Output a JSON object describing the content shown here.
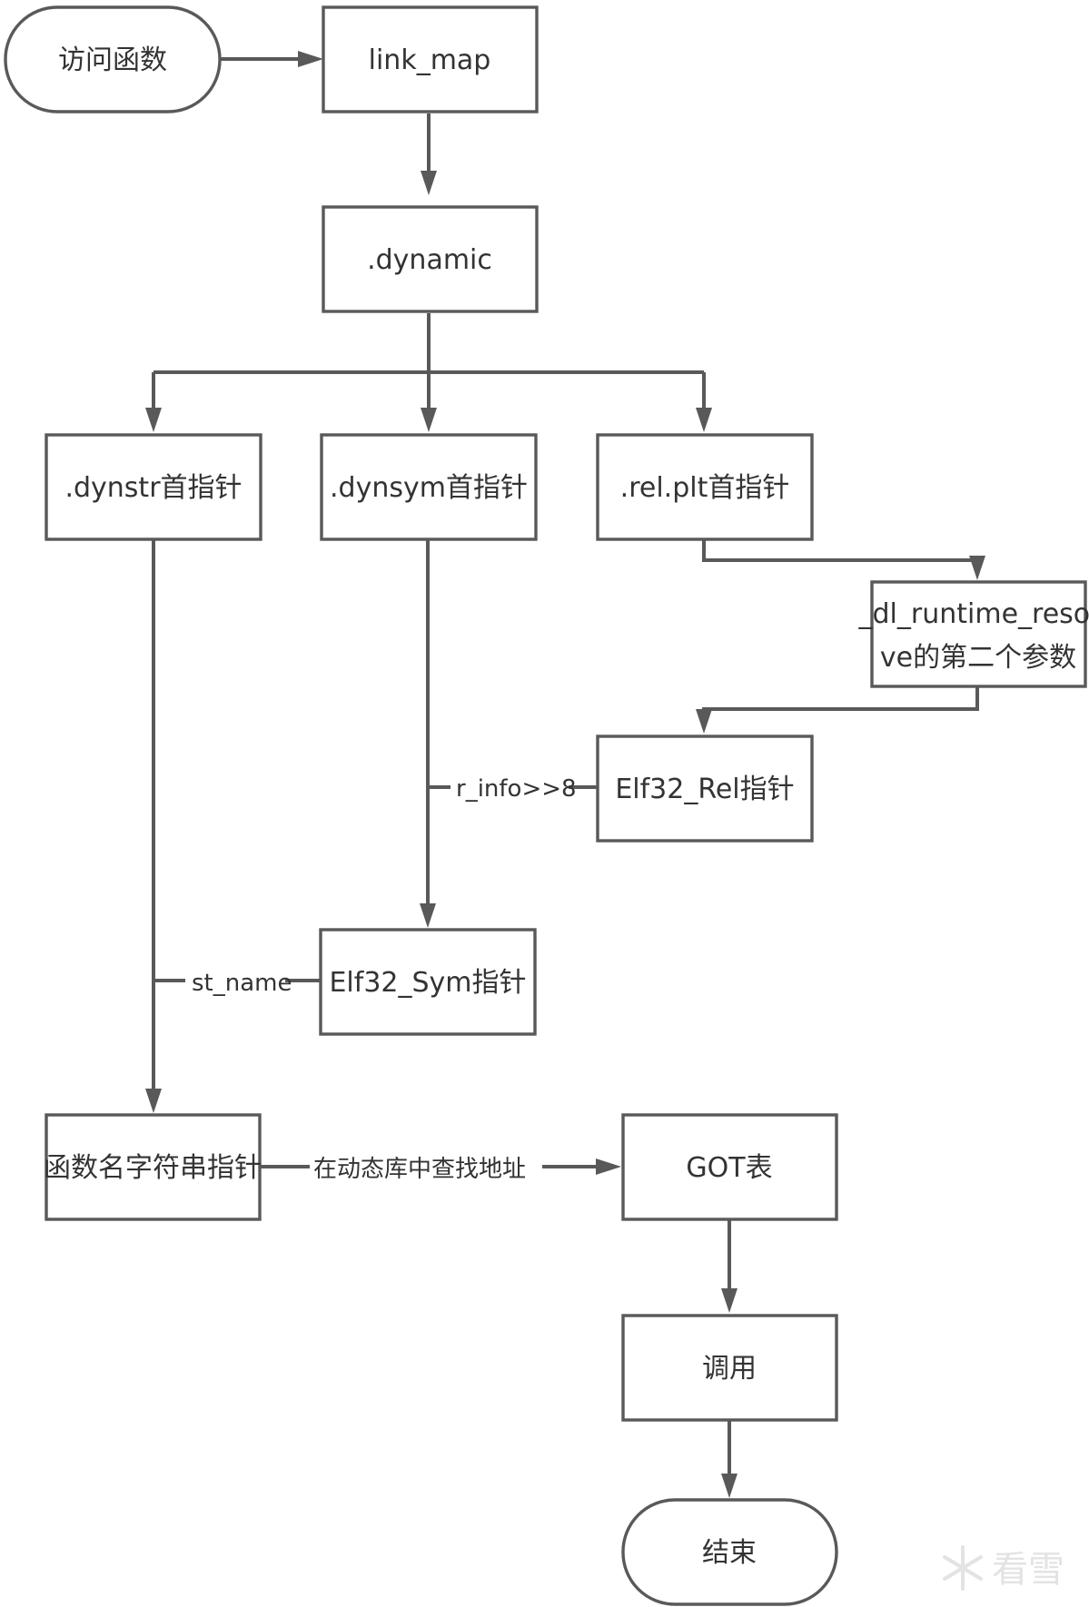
{
  "nodes": {
    "start": "访问函数",
    "link_map": "link_map",
    "dynamic": ".dynamic",
    "dynstr": ".dynstr首指针",
    "dynsym": ".dynsym首指针",
    "relplt": ".rel.plt首指针",
    "dl_resolve_line1": "_dl_runtime_resol",
    "dl_resolve_line2": "ve的第二个参数",
    "elf32_rel": "Elf32_Rel指针",
    "elf32_sym": "Elf32_Sym指针",
    "funcname": "函数名字符串指针",
    "got": "GOT表",
    "call": "调用",
    "end": "结束"
  },
  "edges": {
    "r_info": "r_info>>8",
    "st_name": "st_name",
    "lookup": "在动态库中查找地址"
  },
  "watermark": "看雪",
  "colors": {
    "stroke": "#595959",
    "text": "#333333",
    "background": "#ffffff"
  }
}
